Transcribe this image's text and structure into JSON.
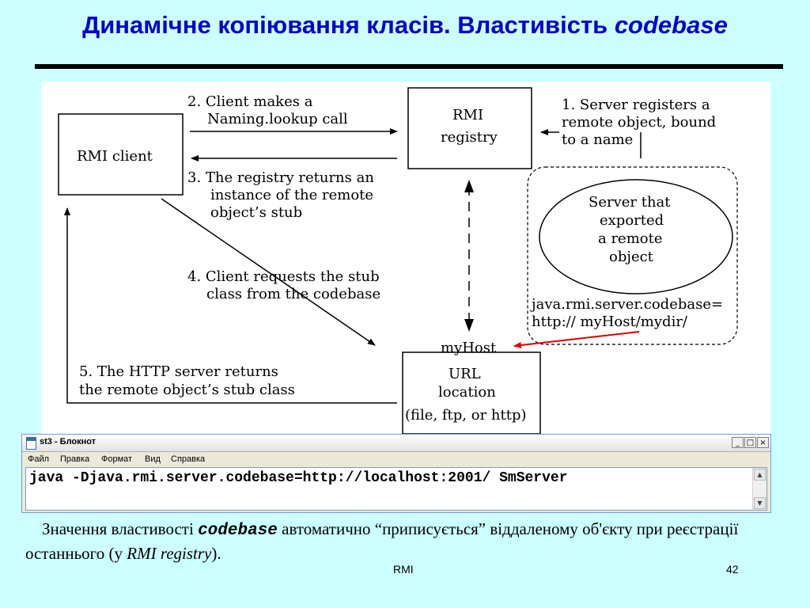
{
  "slide": {
    "title_main": "Динамічне копіювання класів. Властивість ",
    "title_italic": "codebase",
    "footer_left": "RMI",
    "footer_right": "42"
  },
  "diagram": {
    "rmi_client": "RMI client",
    "rmi_registry_1": "RMI",
    "rmi_registry_2": "registry",
    "step2_line1": "2. Client makes a",
    "step2_line2": "Naming.lookup call",
    "step1_line1": "1. Server registers a",
    "step1_line2": "remote object, bound",
    "step1_line3": "to a name",
    "step3_line1": "3. The registry returns an",
    "step3_line2": "instance of the remote",
    "step3_line3": "object’s stub",
    "server_1": "Server that",
    "server_2": "exported",
    "server_3": "a remote",
    "server_4": "object",
    "codebase_1": "java.rmi.server.codebase=",
    "codebase_2": "http:// myHost/mydir/",
    "step4_line1": "4. Client requests the stub",
    "step4_line2": "class from the codebase",
    "myhost": "myHost",
    "url_1": "URL",
    "url_2": "location",
    "url_3": "(file, ftp, or http)",
    "step5_line1": "5. The HTTP server returns",
    "step5_line2": "the remote object’s stub class"
  },
  "notepad": {
    "title": "st3 - Блокнот",
    "menu": [
      "Файл",
      "Правка",
      "Формат",
      "Вид",
      "Справка"
    ],
    "minimize": "_",
    "maximize": "□",
    "close": "×",
    "content": "java -Djava.rmi.server.codebase=http://localhost:2001/ SmServer",
    "scroll_up": "▲",
    "scroll_down": "▼"
  },
  "caption": {
    "part1": "Значення властивості ",
    "code": "codebase",
    "part2": " автоматично “приписується” віддаленому об'єкту при реєстрації останнього (у ",
    "italic": "RMI registry",
    "part3": ")."
  },
  "colors": {
    "background": "#ccffff",
    "title": "#0000cc",
    "highlight_arrow": "#dd0000"
  }
}
